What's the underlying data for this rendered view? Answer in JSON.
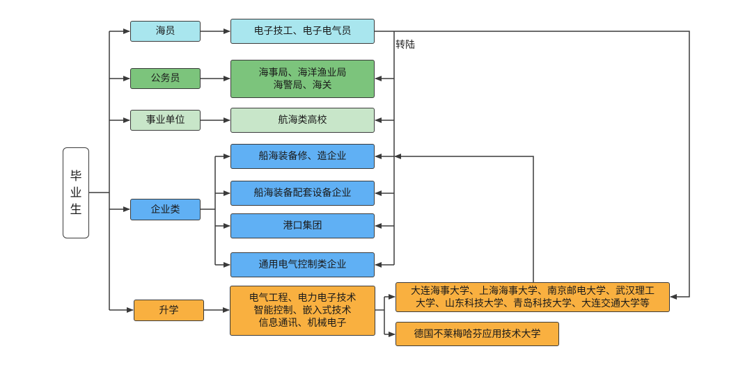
{
  "root": {
    "label": "毕\n业\n生"
  },
  "categories": {
    "seafarer": "海员",
    "civil_servant": "公务员",
    "public_institution": "事业单位",
    "enterprise": "企业类",
    "further_study": "升学"
  },
  "destinations": {
    "seafarer_roles": "电子技工、电子电气员",
    "civil_agencies": "海事局、海洋渔业局\n海警局、海关",
    "maritime_universities": "航海类高校",
    "ship_repair": "船海装备修、造企业",
    "ship_equipment": "船海装备配套设备企业",
    "port_group": "港口集团",
    "electric_control": "通用电气控制类企业",
    "study_majors": "电气工程、电力电子技术\n智能控制、嵌入式技术\n信息通讯、机械电子",
    "domestic_universities": "大连海事大学、上海海事大学、南京邮电大学、武汉理工\n大学、山东科技大学、青岛科技大学、大连交通大学等",
    "german_university": "德国不莱梅哈芬应用技术大学"
  },
  "transfer_label": "转陆",
  "colors": {
    "seafarer": "#a9e6ee",
    "civil_servant": "#7cc47c",
    "public_institution": "#c8e6c9",
    "enterprise": "#60b0f4",
    "further_study": "#f9b040",
    "line": "#3a3a3a"
  }
}
